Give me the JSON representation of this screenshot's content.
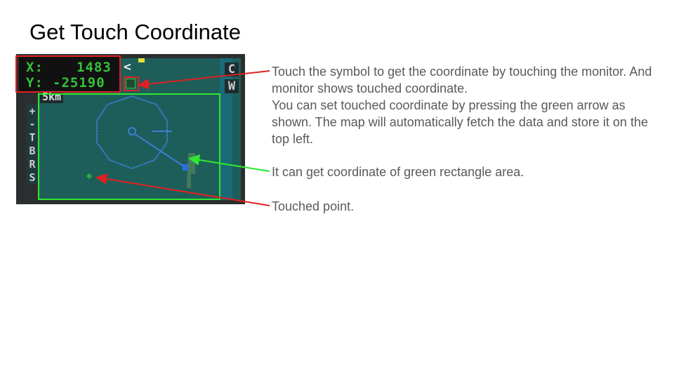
{
  "title": "Get Touch Coordinate",
  "monitor": {
    "x_label": "X:",
    "x_value": "1483",
    "y_label": "Y:",
    "y_value": "-25190",
    "scale": "5km",
    "back": "<",
    "side_buttons": [
      "+",
      "-",
      "T",
      "B",
      "R",
      "S"
    ],
    "right_buttons": [
      "C",
      "W"
    ]
  },
  "notes": {
    "touch_symbol": "Touch the symbol to get the coordinate by touching the monitor. And monitor shows touched coordinate.\nYou can set touched coordinate by pressing the green arrow as shown. The map will automatically fetch the data and store it on the top left.",
    "green_area": "It can get coordinate of green rectangle area.",
    "touched_point": "Touched point."
  },
  "colors": {
    "red": "#e02020",
    "green": "#2ee82e",
    "text": "#595959"
  }
}
